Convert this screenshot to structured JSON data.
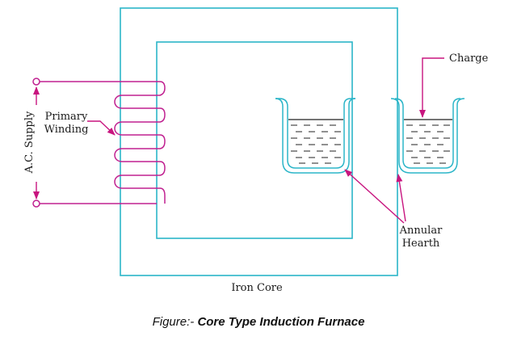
{
  "labels": {
    "ac_supply": "A.C. Supply",
    "primary_line1": "Primary",
    "primary_line2": "Winding",
    "charge": "Charge",
    "annular_line1": "Annular",
    "annular_line2": "Hearth",
    "iron_core": "Iron Core"
  },
  "caption": {
    "prefix": "Figure:- ",
    "title": "Core Type Induction Furnace"
  },
  "colors": {
    "core": "#2bb5c8",
    "winding": "#c02090",
    "arrow": "#c8157f",
    "liquid": "#222222"
  }
}
